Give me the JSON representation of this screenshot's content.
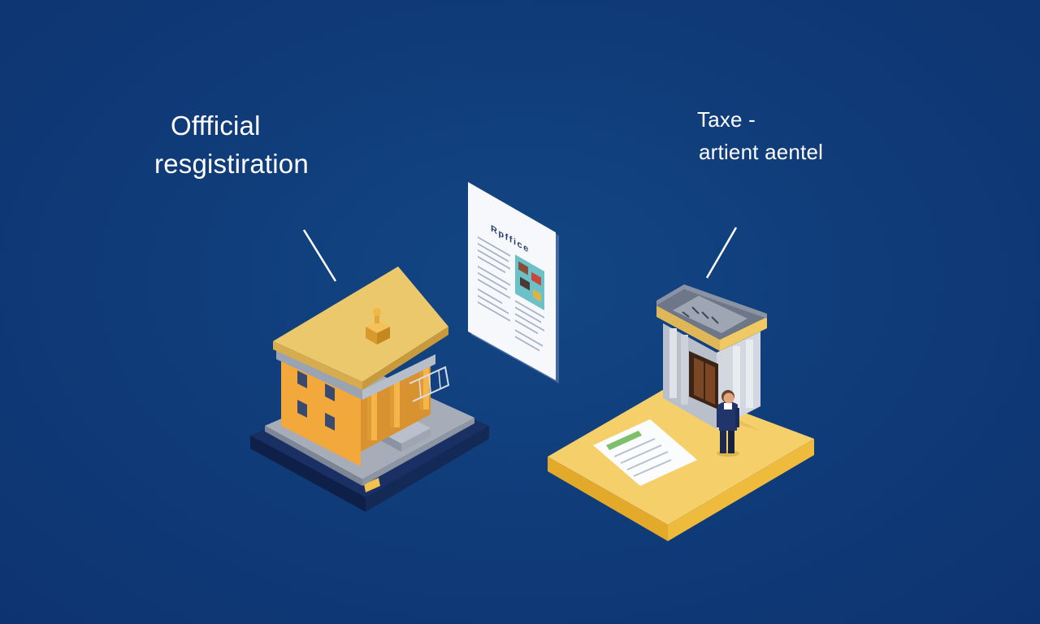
{
  "left_label": {
    "line1": "Offficial",
    "line2": "resgistiration"
  },
  "right_label": {
    "line1": "Taxe -",
    "line2": "artient aentel"
  },
  "floating_document": {
    "heading": "Rpffice"
  },
  "colors": {
    "background": "#0f3b78",
    "building_yellow": "#f2b43c",
    "roof": "#e9c56a",
    "platform_yellow": "#f4cc5a",
    "stone": "#9aa3b1"
  },
  "icons": [
    "official-building-icon",
    "tax-office-building-icon",
    "document-icon",
    "person-icon",
    "certificate-icon"
  ]
}
